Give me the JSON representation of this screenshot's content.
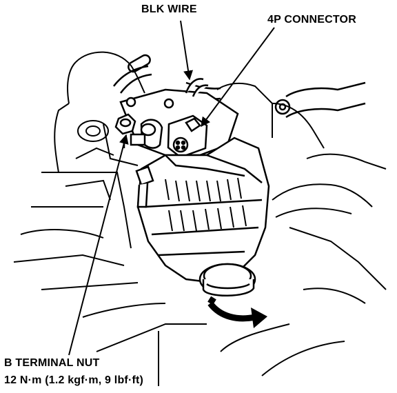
{
  "labels": {
    "blk_wire": "BLK WIRE",
    "connector_4p": "4P CONNECTOR",
    "b_terminal_nut": "B TERMINAL NUT",
    "torque_spec": "12 N·m (1.2 kgf·m, 9 lbf·ft)"
  }
}
